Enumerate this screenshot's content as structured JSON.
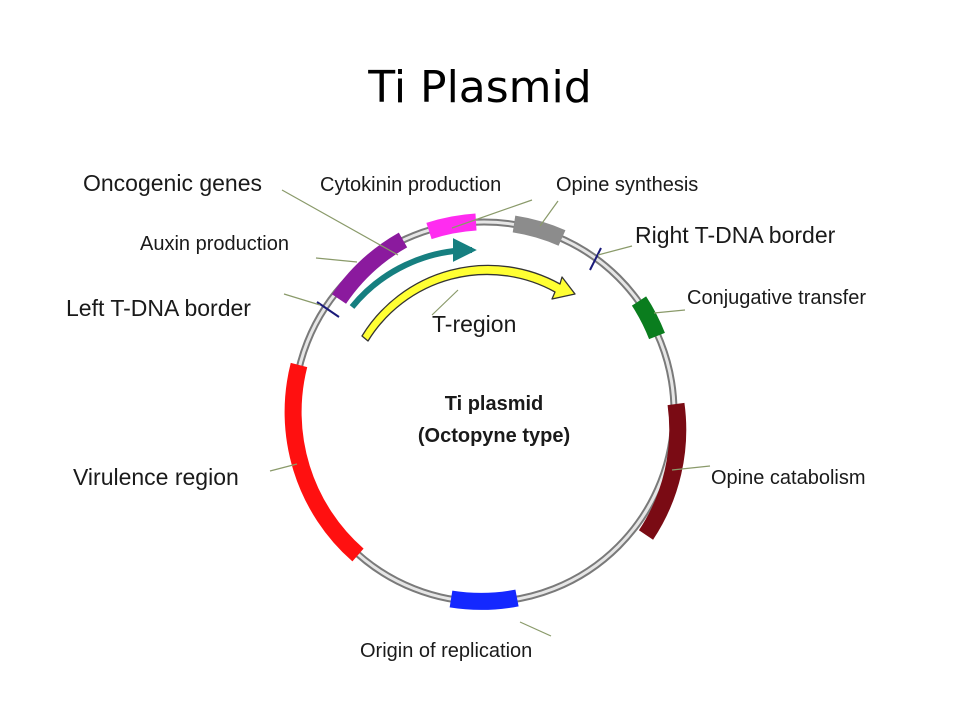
{
  "title": "Ti Plasmid",
  "plasmid": {
    "center_label_line1": "Ti plasmid",
    "center_label_line2": "(Octopyne type)"
  },
  "labels": {
    "oncogenic_genes": "Oncogenic genes",
    "cytokinin_production": "Cytokinin production",
    "opine_synthesis": "Opine synthesis",
    "right_tdna_border": "Right T-DNA border",
    "auxin_production": "Auxin production",
    "conjugative_transfer": "Conjugative transfer",
    "left_tdna_border": "Left T-DNA border",
    "t_region": "T-region",
    "virulence_region": "Virulence region",
    "opine_catabolism": "Opine catabolism",
    "origin_of_replication": "Origin of replication"
  },
  "segment_colors": {
    "auxin_production": "#8b1a9e",
    "cytokinin_production": "#ff2cf0",
    "opine_synthesis": "#8c8c8c",
    "conjugative_transfer": "#0a7d1e",
    "opine_catabolism": "#7a0b14",
    "origin_of_replication": "#1428ff",
    "virulence_region": "#ff1010",
    "oncogenic_genes_arrow": "#167f80",
    "t_region_arrow": "#ffff33",
    "tdna_border_marks": "#1a1a7a"
  }
}
